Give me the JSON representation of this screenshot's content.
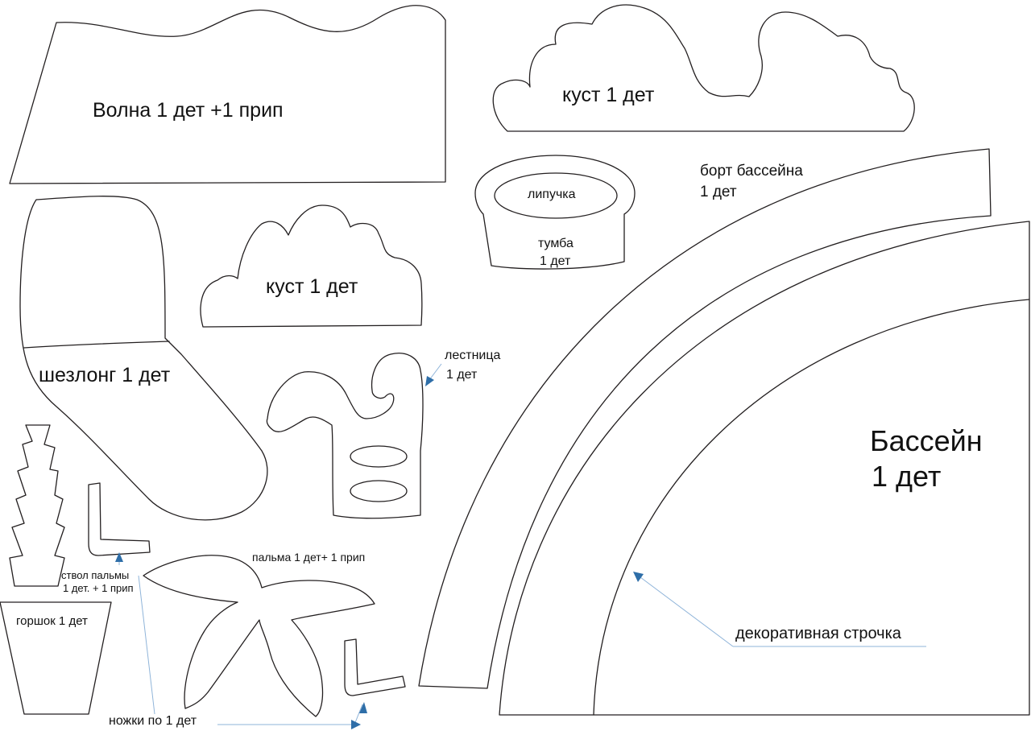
{
  "parts": {
    "wave": "Волна 1 дет +1 прип",
    "bush_top": "куст 1 дет",
    "bush_middle": "куст 1 дет",
    "pool_rim_line1": "борт бассейна",
    "pool_rim_line2": "1 дет",
    "velcro": "липучка",
    "stand_line1": "тумба",
    "stand_line2": "1 дет",
    "lounger": "шезлонг 1 дет",
    "ladder_line1": "лестница",
    "ladder_line2": "1 дет",
    "pool_line1": "Бассейн",
    "pool_line2": "1 дет",
    "palm": "пальма 1 дет+ 1 прип",
    "trunk_line1": "ствол пальмы",
    "trunk_line2": "1 дет. + 1 прип",
    "pot": "горшок 1 дет",
    "legs": "ножки по 1 дет",
    "decorative_stitch": "декоративная строчка"
  },
  "colors": {
    "outline": "#231f20",
    "pointer_line": "#8fb4d9",
    "arrow": "#2e6ea8"
  }
}
